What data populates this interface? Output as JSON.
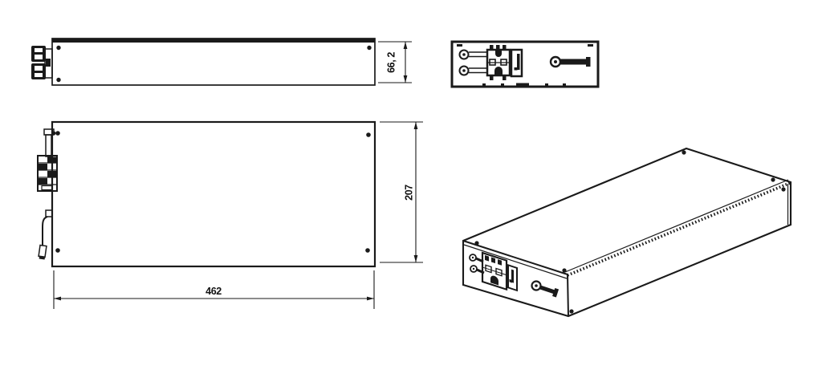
{
  "drawing": {
    "type": "technical-drawing",
    "background": "#ffffff",
    "line_color": "#1a1a1a",
    "subject": "flat rectangular enclosure with terminal posts, power connector and handle"
  },
  "dimensions": {
    "height": "66, 2",
    "depth": "207",
    "width": "462"
  },
  "views": {
    "side": {
      "name": "side-view"
    },
    "end": {
      "name": "end-view"
    },
    "top": {
      "name": "top-view"
    },
    "isometric": {
      "name": "isometric-view"
    }
  },
  "icons": [
    "screw-icon",
    "terminal-post-icon",
    "power-connector-icon",
    "aux-connector-icon",
    "handle-icon",
    "wire-icon",
    "bracket-icon"
  ]
}
